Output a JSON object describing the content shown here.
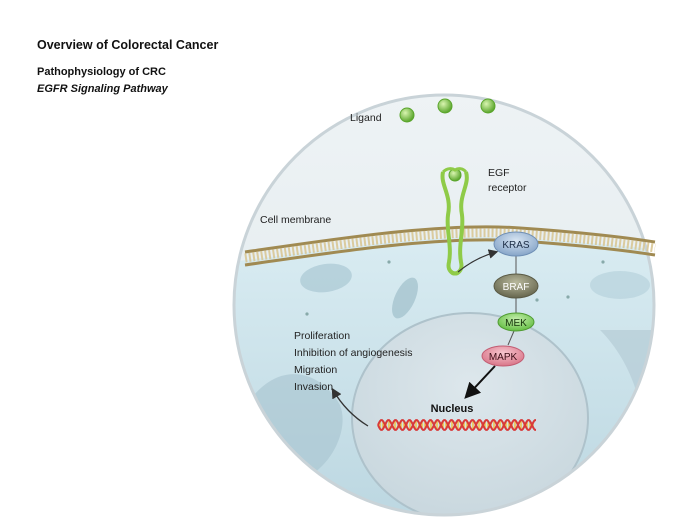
{
  "header": {
    "title": "Overview of Colorectal Cancer",
    "subtitle": "Pathophysiology of CRC",
    "section": "EGFR Signaling Pathway"
  },
  "diagram": {
    "ligand_label": "Ligand",
    "receptor_label_line1": "EGF",
    "receptor_label_line2": "receptor",
    "membrane_label": "Cell membrane",
    "pathway": [
      "KRAS",
      "BRAF",
      "MEK",
      "MAPK"
    ],
    "nucleus_label": "Nucleus",
    "outcomes": [
      "Proliferation",
      "Inhibition of angiogenesis",
      "Migration",
      "Invasion"
    ]
  },
  "colors": {
    "ligand": "#7cc343",
    "receptor": "#8fcb48",
    "membrane": "#c8b47c",
    "cytoplasm": "#cfe3ea",
    "kras": "#9cb6d4",
    "braf": "#7d7d62",
    "mek": "#7ed05a",
    "mapk": "#e8899a",
    "dna_red": "#d83a3a",
    "dna_yellow": "#f0c23a"
  }
}
